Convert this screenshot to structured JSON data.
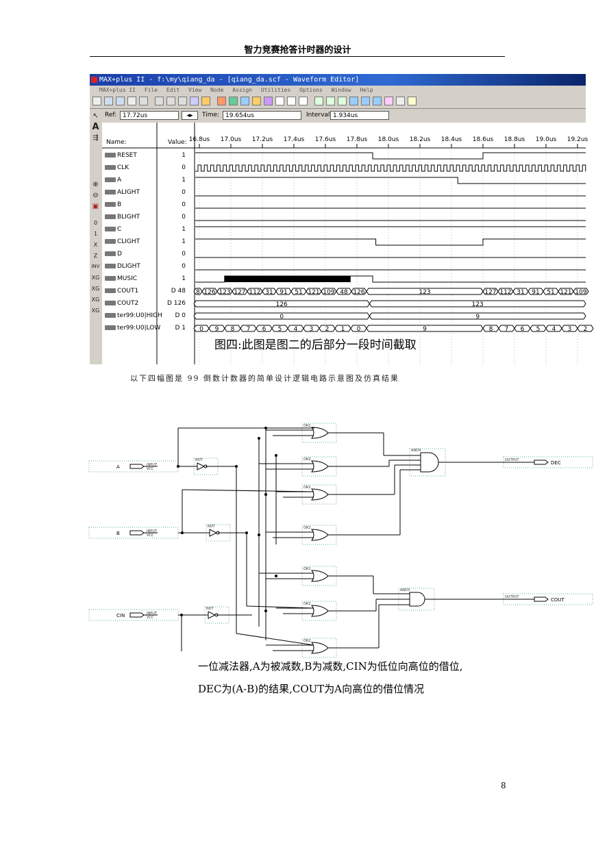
{
  "header": {
    "title": "智力竞赛抢答计时器的设计"
  },
  "window": {
    "title": "MAX+plus II - f:\\my\\qiang_da - [qiang_da.scf - Waveform Editor]",
    "menu": [
      "MAX+plus II",
      "File",
      "Edit",
      "View",
      "Node",
      "Assign",
      "Utilities",
      "Options",
      "Window",
      "Help"
    ],
    "ref_label": "Ref:",
    "ref_value": "17.72us",
    "time_label": "Time:",
    "time_value": "19.654us",
    "interval_label": "Interval:",
    "interval_value": "1.934us",
    "name_header": "Name:",
    "value_header": "Value:",
    "time_ticks": [
      "16.8us",
      "17.0us",
      "17.2us",
      "17.4us",
      "17.6us",
      "17.8us",
      "18.0us",
      "18.2us",
      "18.4us",
      "18.6us",
      "18.8us",
      "19.0us",
      "19.2us"
    ],
    "signals": [
      {
        "name": "RESET",
        "value": "1"
      },
      {
        "name": "CLK",
        "value": "0"
      },
      {
        "name": "A",
        "value": "1"
      },
      {
        "name": "ALIGHT",
        "value": "0"
      },
      {
        "name": "B",
        "value": "0"
      },
      {
        "name": "BLIGHT",
        "value": "0"
      },
      {
        "name": "C",
        "value": "1"
      },
      {
        "name": "CLIGHT",
        "value": "1"
      },
      {
        "name": "D",
        "value": "0"
      },
      {
        "name": "DLIGHT",
        "value": "0"
      },
      {
        "name": "MUSIC",
        "value": "1"
      },
      {
        "name": "COUT1",
        "value": "D 48"
      },
      {
        "name": "COUT2",
        "value": "D 126"
      },
      {
        "name": "ter99:U0|HIGH",
        "value": "D 0"
      },
      {
        "name": "ter99:U0|LOW",
        "value": "D 1"
      }
    ],
    "bus_cout1_a": [
      "8",
      "126",
      "123",
      "127",
      "112",
      "31",
      "91",
      "51",
      "121",
      "109",
      "48",
      "126"
    ],
    "bus_cout1_mid": "123",
    "bus_cout1_b": [
      "127",
      "112",
      "31",
      "91",
      "51",
      "121",
      "109"
    ],
    "bus_cout2": [
      "126",
      "123"
    ],
    "bus_high": [
      "0",
      "9"
    ],
    "bus_low_a": [
      "0",
      "9",
      "8",
      "7",
      "6",
      "5",
      "4",
      "3",
      "2",
      "1",
      "0"
    ],
    "bus_low_mid": "9",
    "bus_low_b": [
      "8",
      "7",
      "6",
      "5",
      "4",
      "3",
      "2"
    ],
    "caption": "图四:此图是图二的后部分一段时间截取"
  },
  "paragraph": "以下四幅图是 99 倒数计数器的简单设计逻辑电路示意图及仿真结果",
  "circuit": {
    "inputs": [
      "A",
      "B",
      "CIN"
    ],
    "input_tag": "INPUT",
    "vcc": "VCC",
    "not": "NOT",
    "or2": "OR2",
    "and3": "AND3",
    "and4": "AND4",
    "output_tag": "OUTPUT",
    "outputs": [
      "DEC",
      "COUT"
    ]
  },
  "caption_line1": "一位减法器,A为被减数,B为减数,CIN为低位向高位的借位,",
  "caption_line2": "DEC为(A-B)的结果,COUT为A向高位的借位情况",
  "page_number": "8"
}
